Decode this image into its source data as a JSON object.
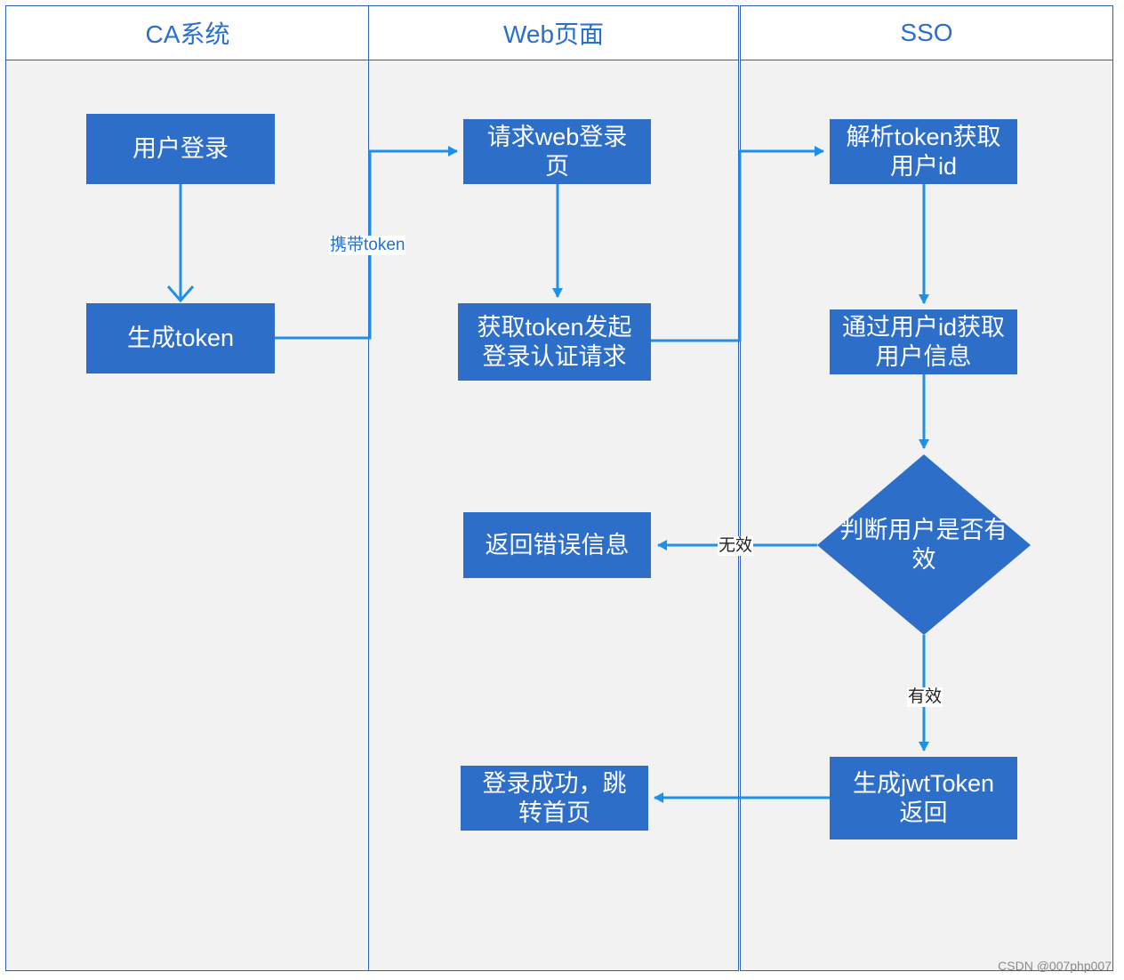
{
  "lanes": [
    {
      "title": "CA系统"
    },
    {
      "title": "Web页面"
    },
    {
      "title": "SSO"
    }
  ],
  "nodes": {
    "user_login": "用户登录",
    "gen_token": "生成token",
    "request_web_login": "请求web登录页",
    "get_token_auth": "获取token发起登录认证请求",
    "return_error": "返回错误信息",
    "login_success": "登录成功，跳转首页",
    "parse_token": "解析token获取用户id",
    "get_user_info": "通过用户id获取用户信息",
    "judge_valid": "判断用户是否有效",
    "gen_jwt": "生成jwtToken返回"
  },
  "edge_labels": {
    "carry_token": "携带token",
    "invalid": "无效",
    "valid": "有效"
  },
  "watermark": "CSDN @007php007",
  "colors": {
    "node_fill": "#2d6ec9",
    "arrow": "#1e90e8",
    "lane_border": "#2f5fb3",
    "lane_bg": "#f2f2f2"
  }
}
